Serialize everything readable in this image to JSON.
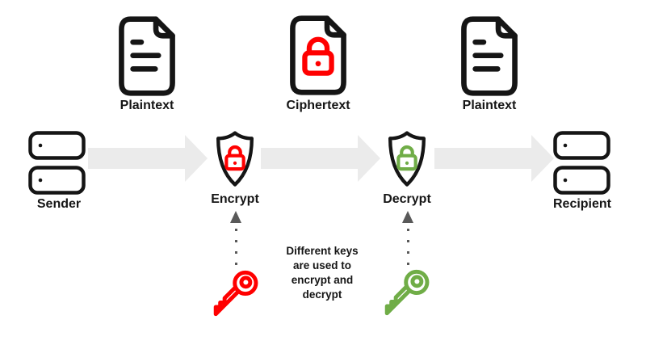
{
  "top_row": {
    "plaintext_left": "Plaintext",
    "ciphertext": "Ciphertext",
    "plaintext_right": "Plaintext"
  },
  "flow": {
    "sender": "Sender",
    "encrypt": "Encrypt",
    "decrypt": "Decrypt",
    "recipient": "Recipient"
  },
  "note": {
    "lines": [
      "Different keys",
      "are used to",
      "encrypt and",
      "decrypt"
    ]
  },
  "colors": {
    "outline_black": "#151515",
    "encrypt_red": "#ff0000",
    "decrypt_green": "#70ad47",
    "flow_arrow_gray": "#ebebeb",
    "key_arrow_gray": "#595959",
    "background": "#ffffff"
  },
  "icons": {
    "plaintext_left": "document-icon",
    "ciphertext": "locked-document-icon",
    "plaintext_right": "document-icon",
    "sender": "server-stack-icon",
    "encrypt": "shield-lock-icon-red",
    "decrypt": "shield-lock-icon-green",
    "recipient": "server-stack-icon",
    "encrypt_key": "key-icon-red",
    "decrypt_key": "key-icon-green"
  }
}
